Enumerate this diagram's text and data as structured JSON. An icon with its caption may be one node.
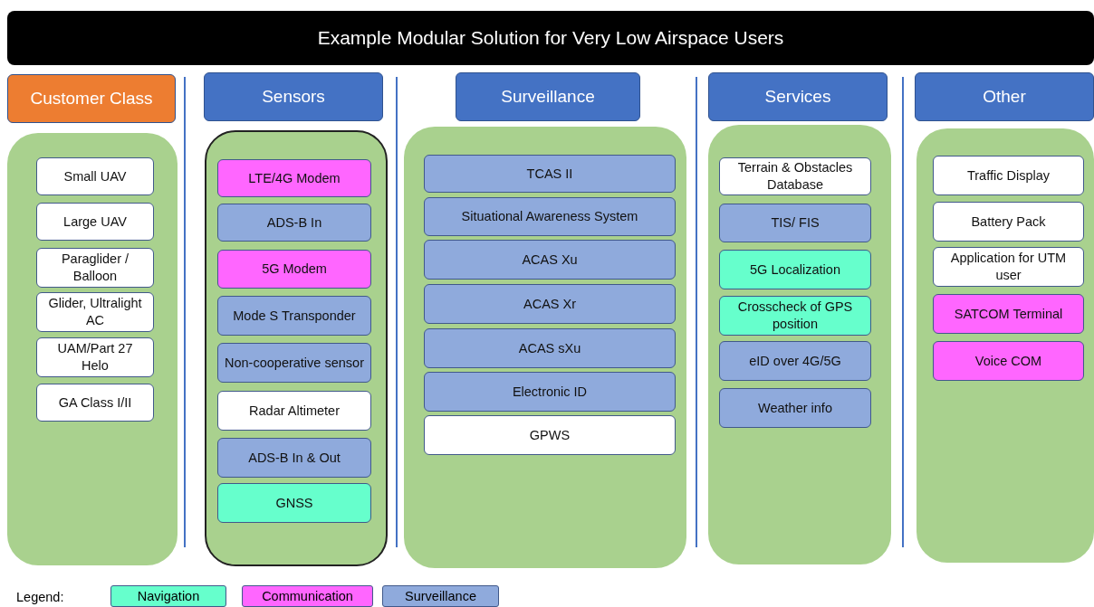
{
  "diagram": {
    "title": "Example Modular Solution for Very Low Airspace Users",
    "nodes": [
      {
        "text": [
          "Customer Class"
        ]
      },
      {
        "text": [],
        "shape": "box"
      },
      {
        "text": [
          "Small UAV"
        ],
        "in": 1
      },
      {
        "text": [
          "Large UAV"
        ],
        "in": 1
      },
      {
        "text": [
          "Paraglider / Balloon"
        ],
        "in": 1
      },
      {
        "text": [
          "Glider, Ultralight AC"
        ],
        "in": 1
      },
      {
        "text": [
          "UAM/Part 27 Helo"
        ],
        "in": 1
      },
      {
        "text": [
          "GA Class I/II"
        ],
        "in": 1
      },
      {
        "text": [
          "Sensors"
        ]
      },
      {
        "text": [],
        "shape": "box"
      },
      {
        "text": [
          "LTE/4G Modem"
        ],
        "in": 9
      },
      {
        "text": [
          "ADS-B In"
        ],
        "in": 9
      },
      {
        "text": [
          "5G Modem"
        ],
        "in": 9
      },
      {
        "text": [
          "Mode S Transponder"
        ],
        "in": 9
      },
      {
        "text": [
          "Non-cooperative sensor"
        ],
        "in": 9
      },
      {
        "text": [
          "Radar Altimeter"
        ],
        "in": 9
      },
      {
        "text": [
          "ADS-B In & Out"
        ],
        "in": 9
      },
      {
        "text": [
          "GNSS"
        ],
        "in": 9
      },
      {
        "text": [
          "Surveillance"
        ]
      },
      {
        "text": [],
        "shape": "box"
      },
      {
        "text": [
          "TCAS II"
        ],
        "in": 19
      },
      {
        "text": [
          "Situational Awareness System"
        ],
        "in": 19
      },
      {
        "text": [
          "ACAS Xu"
        ],
        "in": 19
      },
      {
        "text": [
          "ACAS Xr"
        ],
        "in": 19
      },
      {
        "text": [
          "ACAS sXu"
        ],
        "in": 19
      },
      {
        "text": [
          "Electronic ID"
        ],
        "in": 19
      },
      {
        "text": [
          "GPWS"
        ],
        "in": 19
      },
      {
        "text": [
          "Services"
        ]
      },
      {
        "text": [],
        "shape": "box"
      },
      {
        "text": [
          "Terrain & Obstacles Database"
        ],
        "in": 28
      },
      {
        "text": [
          "TIS/ FIS"
        ],
        "in": 28
      },
      {
        "text": [
          "5G Localization"
        ],
        "in": 28
      },
      {
        "text": [
          "Crosscheck of GPS position"
        ],
        "in": 28
      },
      {
        "text": [
          "eID over 4G/5G"
        ],
        "in": 28
      },
      {
        "text": [
          "Weather info"
        ],
        "in": 28
      },
      {
        "text": [
          "Other"
        ]
      },
      {
        "text": [],
        "shape": "box"
      },
      {
        "text": [
          "Traffic Display"
        ],
        "in": 36
      },
      {
        "text": [
          "Battery Pack"
        ],
        "in": 36
      },
      {
        "text": [
          "Application for UTM user"
        ],
        "in": 36
      },
      {
        "text": [
          "SATCOM Terminal"
        ],
        "in": 36
      },
      {
        "text": [
          "Voice COM"
        ],
        "in": 36
      }
    ],
    "edges": [],
    "labels": [
      "Legend:"
    ],
    "legend": [
      {
        "text": "Navigation",
        "color": "#66ffcc"
      },
      {
        "text": "Communication",
        "color": "#ff66ff"
      },
      {
        "text": "Surveillance",
        "color": "#8faadc"
      }
    ]
  }
}
